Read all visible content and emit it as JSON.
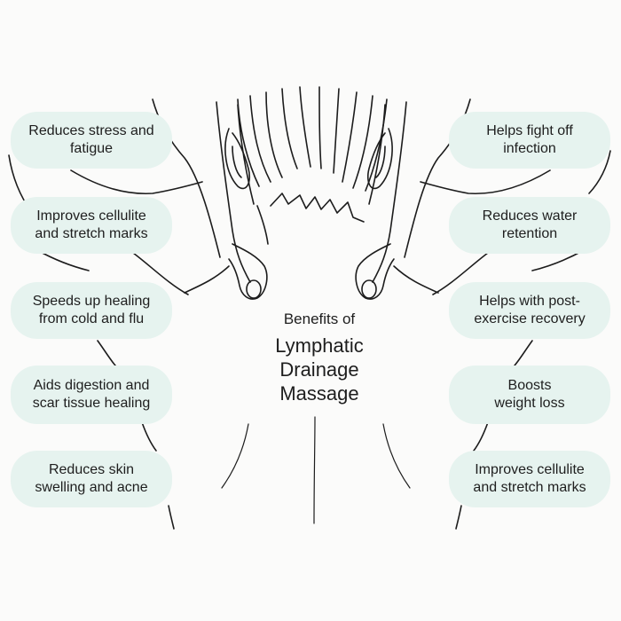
{
  "title": {
    "line1": "Benefits of",
    "line2": "Lymphatic\nDrainage\nMassage"
  },
  "left_benefits": [
    "Reduces stress and\nfatigue",
    "Improves cellulite\nand stretch marks",
    "Speeds up healing\nfrom cold and flu",
    "Aids digestion and\nscar tissue healing",
    "Reduces skin\nswelling and acne"
  ],
  "right_benefits": [
    "Helps fight off\ninfection",
    "Reduces water\nretention",
    "Helps with post-\nexercise recovery",
    "Boosts\nweight loss",
    "Improves cellulite\nand stretch marks"
  ],
  "colors": {
    "pill_background": "#e6f3ef",
    "line_art": "#1c1c1c",
    "page_background": "#fbfbfa"
  }
}
